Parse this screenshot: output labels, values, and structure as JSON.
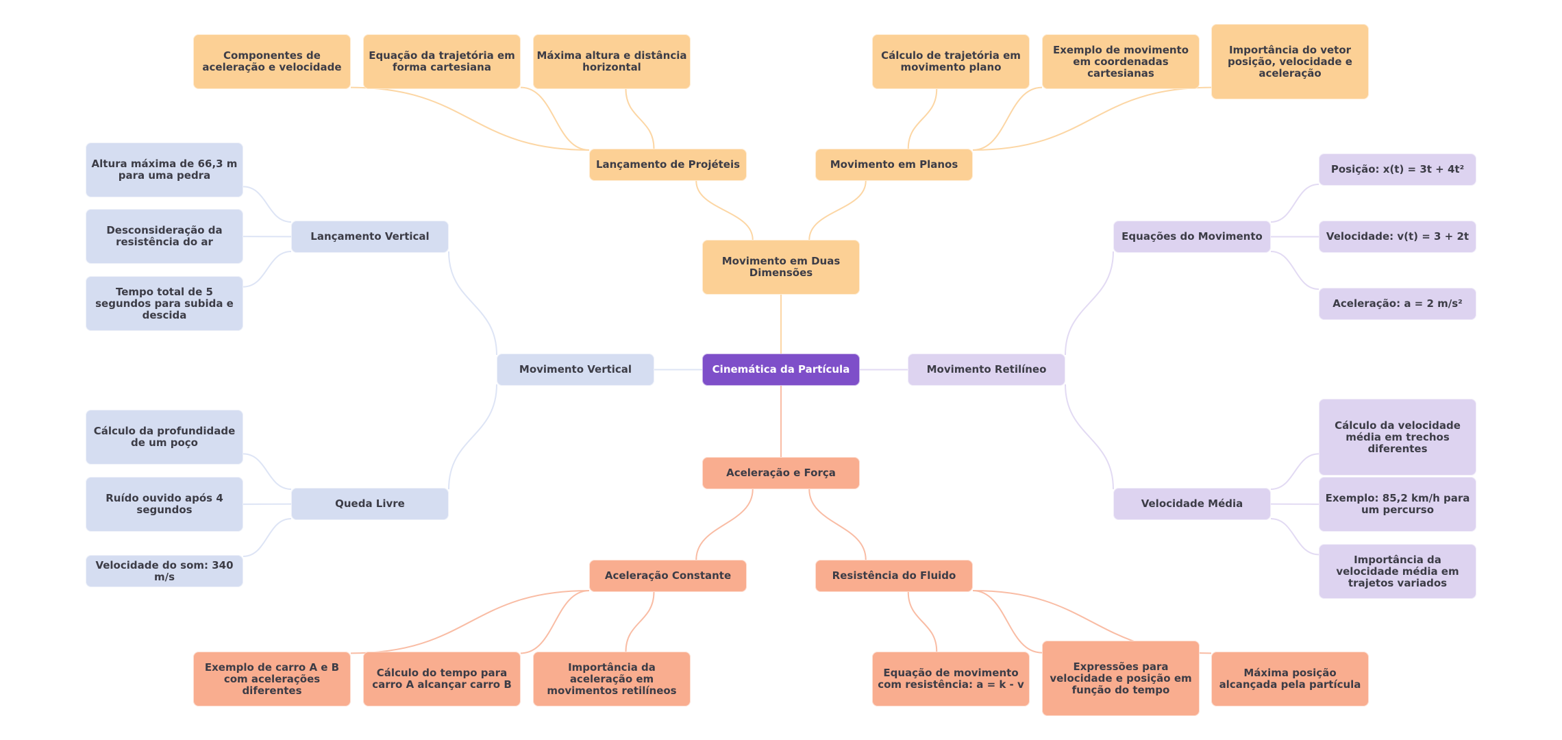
{
  "colors": {
    "root": "#7e4fc9",
    "orange": "#fcd095",
    "salmon": "#f9ad8f",
    "blue": "#d5ddf1",
    "lilac": "#ddd3f0",
    "edge_orange": "#fcd6a4",
    "edge_salmon": "#f9bca4",
    "edge_blue": "#dde4f5",
    "edge_lilac": "#e2daf3"
  },
  "mindmap": {
    "root": {
      "id": "root",
      "label": "Cinemática da Partícula"
    },
    "nodes": [
      {
        "id": "dois_d",
        "parent": "root",
        "color": "orange",
        "label": "Movimento em Duas Dimensões"
      },
      {
        "id": "proj",
        "parent": "dois_d",
        "color": "orange",
        "label": "Lançamento de Projéteis"
      },
      {
        "id": "proj1",
        "parent": "proj",
        "color": "orange",
        "label": "Componentes de aceleração e velocidade"
      },
      {
        "id": "proj2",
        "parent": "proj",
        "color": "orange",
        "label": "Equação da trajetória em forma cartesiana"
      },
      {
        "id": "proj3",
        "parent": "proj",
        "color": "orange",
        "label": "Máxima altura e distância horizontal"
      },
      {
        "id": "planos",
        "parent": "dois_d",
        "color": "orange",
        "label": "Movimento em Planos"
      },
      {
        "id": "plan1",
        "parent": "planos",
        "color": "orange",
        "label": "Cálculo de trajetória em movimento plano"
      },
      {
        "id": "plan2",
        "parent": "planos",
        "color": "orange",
        "label": "Exemplo de movimento em coordenadas cartesianas"
      },
      {
        "id": "plan3",
        "parent": "planos",
        "color": "orange",
        "label": "Importância do vetor posição, velocidade e aceleração"
      },
      {
        "id": "vertical",
        "parent": "root",
        "color": "blue",
        "label": "Movimento Vertical"
      },
      {
        "id": "lv",
        "parent": "vertical",
        "color": "blue",
        "label": "Lançamento Vertical"
      },
      {
        "id": "lv1",
        "parent": "lv",
        "color": "blue",
        "label": "Altura máxima de 66,3 m para uma pedra"
      },
      {
        "id": "lv2",
        "parent": "lv",
        "color": "blue",
        "label": "Desconsideração da resistência do ar"
      },
      {
        "id": "lv3",
        "parent": "lv",
        "color": "blue",
        "label": "Tempo total de 5 segundos para subida e descida"
      },
      {
        "id": "ql",
        "parent": "vertical",
        "color": "blue",
        "label": "Queda Livre"
      },
      {
        "id": "ql1",
        "parent": "ql",
        "color": "blue",
        "label": "Cálculo da profundidade de um poço"
      },
      {
        "id": "ql2",
        "parent": "ql",
        "color": "blue",
        "label": "Ruído ouvido após 4 segundos"
      },
      {
        "id": "ql3",
        "parent": "ql",
        "color": "blue",
        "label": "Velocidade do som: 340 m/s"
      },
      {
        "id": "retilineo",
        "parent": "root",
        "color": "lilac",
        "label": "Movimento Retilíneo"
      },
      {
        "id": "eq",
        "parent": "retilineo",
        "color": "lilac",
        "label": "Equações do Movimento"
      },
      {
        "id": "eq1",
        "parent": "eq",
        "color": "lilac",
        "label": "Posição: x(t) = 3t + 4t²"
      },
      {
        "id": "eq2",
        "parent": "eq",
        "color": "lilac",
        "label": "Velocidade: v(t) = 3 + 2t"
      },
      {
        "id": "eq3",
        "parent": "eq",
        "color": "lilac",
        "label": "Aceleração: a = 2 m/s²"
      },
      {
        "id": "vm",
        "parent": "retilineo",
        "color": "lilac",
        "label": "Velocidade Média"
      },
      {
        "id": "vm1",
        "parent": "vm",
        "color": "lilac",
        "label": "Cálculo da velocidade média em trechos diferentes"
      },
      {
        "id": "vm2",
        "parent": "vm",
        "color": "lilac",
        "label": "Exemplo: 85,2 km/h para um percurso"
      },
      {
        "id": "vm3",
        "parent": "vm",
        "color": "lilac",
        "label": "Importância da velocidade média em trajetos variados"
      },
      {
        "id": "acel",
        "parent": "root",
        "color": "salmon",
        "label": "Aceleração e Força"
      },
      {
        "id": "ac",
        "parent": "acel",
        "color": "salmon",
        "label": "Aceleração Constante"
      },
      {
        "id": "ac1",
        "parent": "ac",
        "color": "salmon",
        "label": "Exemplo de carro A e B com acelerações diferentes"
      },
      {
        "id": "ac2",
        "parent": "ac",
        "color": "salmon",
        "label": "Cálculo do tempo para carro A alcançar carro B"
      },
      {
        "id": "ac3",
        "parent": "ac",
        "color": "salmon",
        "label": "Importância da aceleração em movimentos retilíneos"
      },
      {
        "id": "rf",
        "parent": "acel",
        "color": "salmon",
        "label": "Resistência do Fluido"
      },
      {
        "id": "rf1",
        "parent": "rf",
        "color": "salmon",
        "label": "Equação de movimento com resistência: a = k - v"
      },
      {
        "id": "rf2",
        "parent": "rf",
        "color": "salmon",
        "label": "Expressões para velocidade e posição em função do tempo"
      },
      {
        "id": "rf3",
        "parent": "rf",
        "color": "salmon",
        "label": "Máxima posição alcançada pela partícula"
      }
    ]
  }
}
